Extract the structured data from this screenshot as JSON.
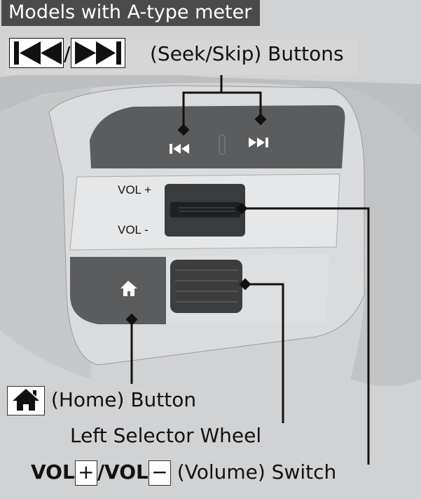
{
  "header": {
    "title": "Models with A-type meter"
  },
  "labels": {
    "seek_skip": "(Seek/Skip) Buttons",
    "slash": "/",
    "home": "(Home) Button",
    "selector_wheel": "Left Selector Wheel",
    "vol_plus_prefix": "VOL",
    "vol_minus_prefix": "/VOL",
    "plus_symbol": "+",
    "minus_symbol": "−",
    "volume": "(Volume) Switch"
  },
  "panel": {
    "vol_plus": "VOL +",
    "vol_minus": "VOL -"
  },
  "icons": [
    "seek-back-icon",
    "skip-forward-icon",
    "home-icon"
  ]
}
